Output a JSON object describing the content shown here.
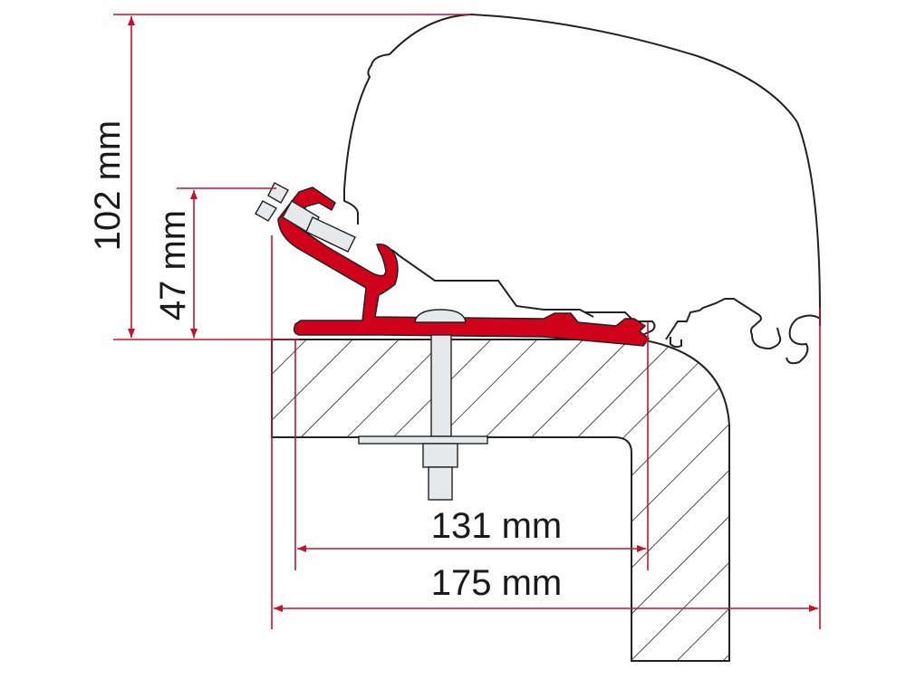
{
  "diagram": {
    "subject": "awning mounting adapter cross-section",
    "colors": {
      "dimension_line": "#c8102e",
      "adapter_profile": "#d0021b",
      "outline": "#222222",
      "hardware_fill": "#e6e8ea",
      "background": "#ffffff"
    },
    "dimensions": {
      "height_total": "102 mm",
      "height_adapter": "47 mm",
      "width_inner": "131 mm",
      "width_total": "175 mm"
    }
  }
}
